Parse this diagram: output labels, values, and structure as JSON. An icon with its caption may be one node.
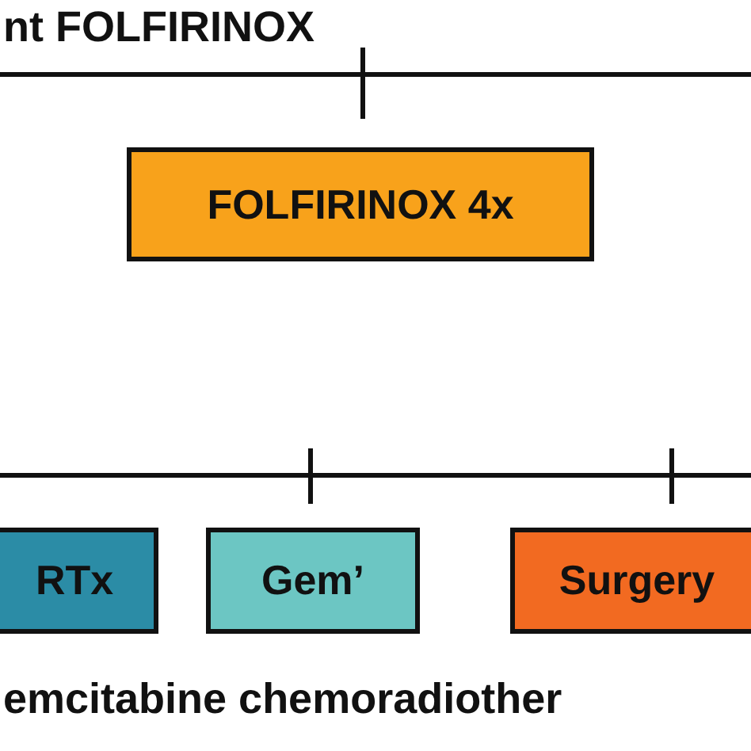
{
  "diagram": {
    "nodes": [
      {
        "text": [
          "FOLFIRINOX 4x"
        ]
      },
      {
        "text": [
          "RTx"
        ]
      },
      {
        "text": [
          "Gem’"
        ]
      },
      {
        "text": [
          "Surgery"
        ]
      }
    ],
    "labels": [
      "nt FOLFIRINOX",
      "emcitabine chemoradiother"
    ]
  }
}
